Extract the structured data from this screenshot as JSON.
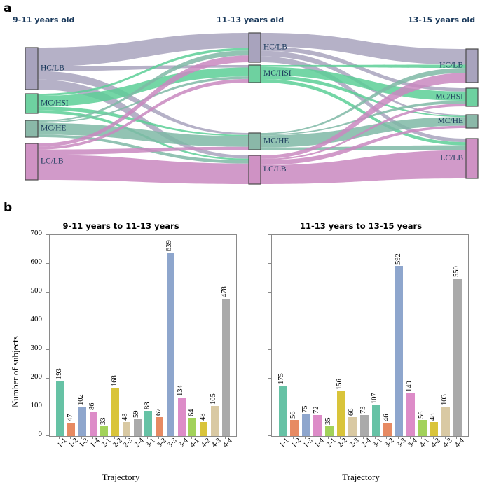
{
  "panels": {
    "a_letter": "a",
    "b_letter": "b"
  },
  "sankey": {
    "columns": [
      {
        "title": "9-11 years old",
        "nodes": [
          {
            "label": "HC/LB",
            "color": "#a8a3bd"
          },
          {
            "label": "MC/HSI",
            "color": "#6ed1a0"
          },
          {
            "label": "MC/HE",
            "color": "#8ab8a8"
          },
          {
            "label": "LC/LB",
            "color": "#cf92c4"
          }
        ]
      },
      {
        "title": "11-13 years old",
        "nodes": [
          {
            "label": "HC/LB",
            "color": "#a8a3bd"
          },
          {
            "label": "MC/HSI",
            "color": "#6ed1a0"
          },
          {
            "label": "MC/HE",
            "color": "#8ab8a8"
          },
          {
            "label": "LC/LB",
            "color": "#cf92c4"
          }
        ]
      },
      {
        "title": "13-15 years old",
        "nodes": [
          {
            "label": "HC/LB",
            "color": "#a8a3bd"
          },
          {
            "label": "MC/HSI",
            "color": "#6ed1a0"
          },
          {
            "label": "MC/HE",
            "color": "#8ab8a8"
          },
          {
            "label": "LC/LB",
            "color": "#cf92c4"
          }
        ]
      }
    ],
    "flow_colors": {
      "HC/LB": "#a8a3bd",
      "MC/HSI": "#5ccf96",
      "MC/HE": "#7fb9a6",
      "LC/LB": "#c988c0"
    }
  },
  "chart_data": [
    {
      "type": "bar",
      "title": "9-11 years to 11-13 years",
      "xlabel": "Trajectory",
      "ylabel": "Number of subjects",
      "ylim": [
        0,
        700
      ],
      "yticks": [
        0,
        100,
        200,
        300,
        400,
        500,
        600,
        700
      ],
      "grid": false,
      "categories": [
        "1-1",
        "1-2",
        "1-3",
        "1-4",
        "2-1",
        "2-2",
        "2-3",
        "2-4",
        "3-1",
        "3-2",
        "3-3",
        "3-4",
        "4-1",
        "4-2",
        "4-3",
        "4-4"
      ],
      "values": [
        193,
        47,
        102,
        86,
        33,
        168,
        48,
        59,
        88,
        67,
        639,
        134,
        64,
        48,
        105,
        478
      ],
      "colors": [
        "#66c2a5",
        "#e78a62",
        "#8ea6cd",
        "#dd8cc8",
        "#a2d25a",
        "#d9c43a",
        "#d9c9a3",
        "#aaaaaa",
        "#66c2a5",
        "#e78a62",
        "#8ea6cd",
        "#dd8cc8",
        "#a2d25a",
        "#d9c43a",
        "#d9c9a3",
        "#aaaaaa"
      ]
    },
    {
      "type": "bar",
      "title": "11-13 years to 13-15 years",
      "xlabel": "Trajectory",
      "ylabel": "",
      "ylim": [
        0,
        700
      ],
      "yticks": [
        0,
        100,
        200,
        300,
        400,
        500,
        600,
        700
      ],
      "grid": false,
      "categories": [
        "1-1",
        "1-2",
        "1-3",
        "1-4",
        "2-1",
        "2-2",
        "2-3",
        "2-4",
        "3-1",
        "3-2",
        "3-3",
        "3-4",
        "4-1",
        "4-2",
        "4-3",
        "4-4"
      ],
      "values": [
        175,
        56,
        75,
        72,
        35,
        156,
        66,
        73,
        107,
        46,
        592,
        149,
        56,
        48,
        103,
        550
      ],
      "colors": [
        "#66c2a5",
        "#e78a62",
        "#8ea6cd",
        "#dd8cc8",
        "#a2d25a",
        "#d9c43a",
        "#d9c9a3",
        "#aaaaaa",
        "#66c2a5",
        "#e78a62",
        "#8ea6cd",
        "#dd8cc8",
        "#a2d25a",
        "#d9c43a",
        "#d9c9a3",
        "#aaaaaa"
      ]
    }
  ]
}
